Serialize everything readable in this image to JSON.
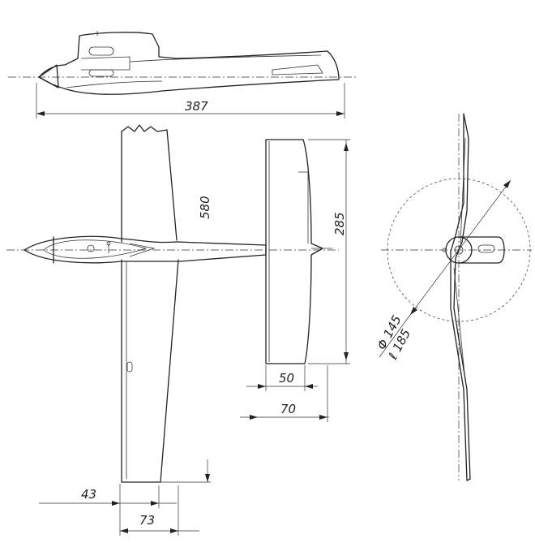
{
  "dimensions": {
    "fuselage_length": "387",
    "wing_half_span": "580",
    "stab_span": "285",
    "stab_root_chord": "50",
    "stab_overall": "70",
    "wing_offset": "43",
    "wing_chord": "73",
    "prop_diameter": "Φ 145",
    "prop_pitch": "ℓ 185"
  }
}
